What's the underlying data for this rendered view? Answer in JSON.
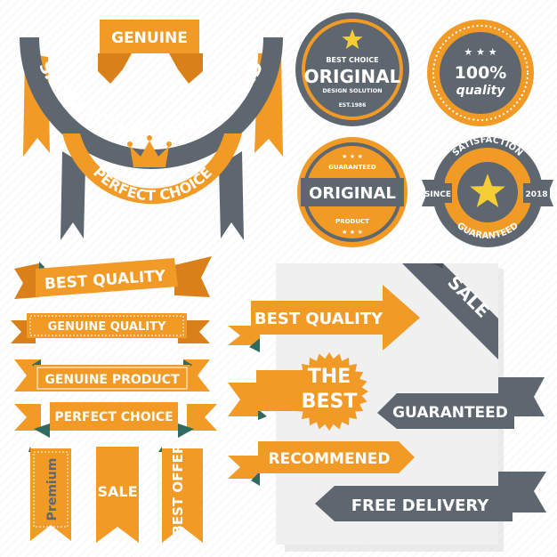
{
  "colors": {
    "orange": "#F29A26",
    "orange_dark": "#D9801A",
    "gray": "#5E6770",
    "gray_dark": "#474E55",
    "white": "#FFFFFF",
    "star": "#F4CC33"
  },
  "top_ribbon": {
    "genuine": "GENUINE",
    "arc": "SATISFACTION GUARANTEED"
  },
  "crown_ribbon": {
    "icon": "crown-icon",
    "arc": "PERFECT CHOICE"
  },
  "badge_best_choice": {
    "icon": "star-icon",
    "line1": "BEST CHOICE",
    "line2": "ORIGINAL",
    "line3": "DESIGN SOLUTION",
    "line4": "EST.1986"
  },
  "badge_quality": {
    "stars": "★ ★ ★",
    "line1": "100%",
    "line2": "quality"
  },
  "badge_original": {
    "top": "GUARANTEED",
    "stars_top": "★ ★ ★",
    "main": "ORIGINAL",
    "bottom": "PRODUCT",
    "stars_bottom": "★ ★ ★"
  },
  "badge_satisfaction": {
    "arc_top": "SATISFACTION",
    "arc_bottom": "GUARANTEED",
    "left": "SINCE",
    "right": "2018",
    "icon": "star-icon"
  },
  "left_ribbons": [
    "BEST QUALITY",
    "GENUINE QUALITY",
    "GENUINE PRODUCT",
    "PERFECT CHOICE"
  ],
  "bookmarks": [
    "Premium",
    "SALE",
    "BEST OFFER"
  ],
  "panel": {
    "corner": "SALE",
    "arrow_best_quality": "BEST QUALITY",
    "seal_line1": "THE",
    "seal_line2": "BEST",
    "guaranteed": "GUARANTEED",
    "recommened": "RECOMMENED",
    "free_delivery": "FREE DELIVERY"
  }
}
